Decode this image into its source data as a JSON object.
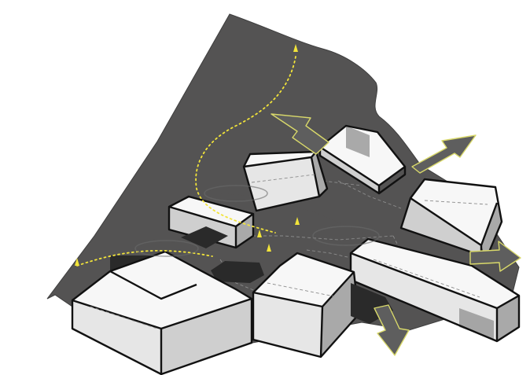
{
  "diagram": {
    "kind": "isometric site massing diagram",
    "colors": {
      "ground": "#545353",
      "ground_edge": "#3e3e3e",
      "roof": "#f7f7f7",
      "wall_light": "#e6e6e6",
      "wall_mid": "#cfcfcf",
      "wall_dark": "#a9a9a9",
      "outline": "#111111",
      "hidden_line": "#8c8c8c",
      "arrow_fill": "#5e5e5e",
      "arrow_stroke": "#d8d86a",
      "path": "#f2e43a",
      "void": "#2a2a2a"
    },
    "buildings": [
      {
        "name": "building-west-large"
      },
      {
        "name": "building-southwest-center"
      },
      {
        "name": "building-south"
      },
      {
        "name": "building-southeast-long"
      },
      {
        "name": "building-east"
      },
      {
        "name": "building-north-center"
      },
      {
        "name": "building-north-small"
      },
      {
        "name": "building-west-small"
      }
    ],
    "arrows": [
      {
        "name": "arrow-northwest",
        "direction": "northwest"
      },
      {
        "name": "arrow-northeast",
        "direction": "northeast"
      },
      {
        "name": "arrow-east",
        "direction": "east"
      },
      {
        "name": "arrow-south",
        "direction": "south"
      }
    ],
    "paths": [
      {
        "name": "path-main-dotted"
      },
      {
        "name": "path-lower-dotted"
      }
    ]
  }
}
